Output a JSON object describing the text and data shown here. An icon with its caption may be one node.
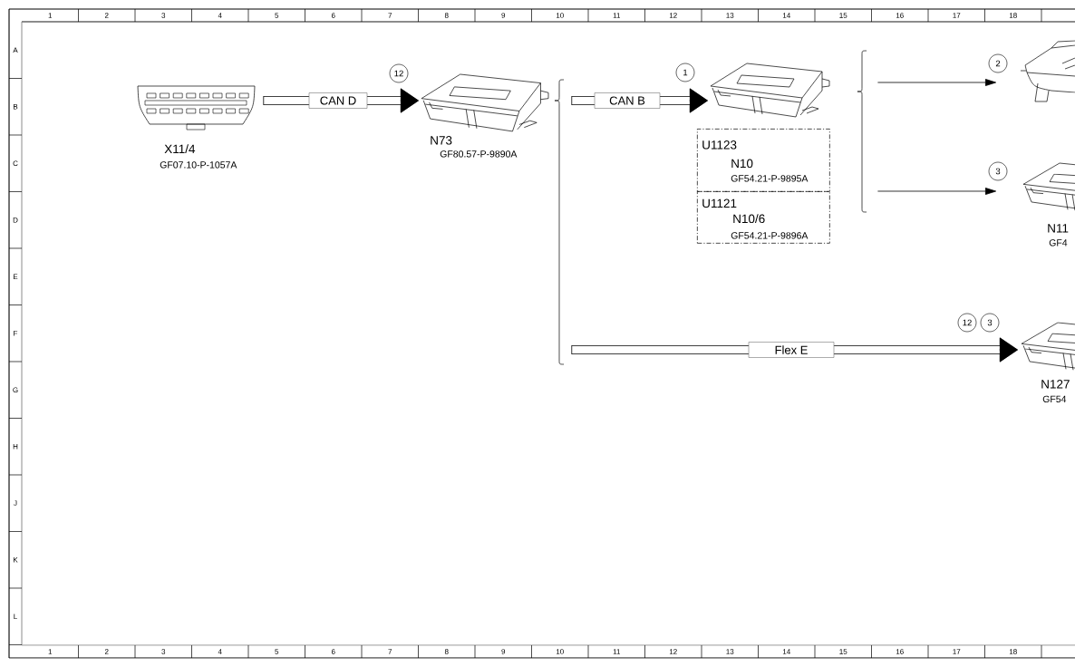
{
  "diagram": {
    "nodes": [
      {
        "text": [],
        "shape": "picture",
        "beside": [
          "X11/4",
          "GF07.10-P-1057A"
        ]
      },
      {
        "text": [],
        "shape": "picture",
        "beside": [
          "N73",
          "GF80.57-P-9890A"
        ]
      },
      {
        "text": [],
        "shape": "brace"
      },
      {
        "text": [],
        "shape": "picture"
      },
      {
        "text": [
          "U1123",
          "N10",
          "GF54.21-P-9895A"
        ]
      },
      {
        "text": [
          "U1121",
          "N10/6",
          "GF54.21-P-9896A"
        ]
      },
      {
        "text": [],
        "shape": "brace"
      },
      {
        "text": [],
        "shape": "picture"
      },
      {
        "text": [],
        "shape": "picture",
        "beside": [
          "N11",
          "GF4"
        ]
      },
      {
        "text": [],
        "shape": "picture",
        "beside": [
          "N127",
          "GF54"
        ]
      }
    ],
    "edges": [
      {
        "from": 0,
        "to": 1,
        "arrow": "to",
        "label": "CAN D"
      },
      {
        "from": 2,
        "to": 3,
        "arrow": "to",
        "label": "CAN B"
      },
      {
        "from": 6,
        "to": 7,
        "arrow": "to"
      },
      {
        "from": 6,
        "to": 8,
        "arrow": "to"
      },
      {
        "from": 2,
        "to": 9,
        "arrow": "to",
        "label": "Flex E"
      }
    ],
    "labels": [
      "1",
      "2",
      "3",
      "4",
      "5",
      "6",
      "7",
      "8",
      "9",
      "10",
      "11",
      "12",
      "13",
      "14",
      "15",
      "16",
      "17",
      "18",
      "A",
      "B",
      "C",
      "D",
      "E",
      "F",
      "G",
      "H",
      "J",
      "K",
      "L",
      "12",
      "1",
      "2",
      "3",
      "12",
      "3",
      "1",
      "2",
      "3",
      "4",
      "5",
      "6",
      "7",
      "8",
      "9",
      "10",
      "11",
      "12",
      "13",
      "14",
      "15",
      "16",
      "17",
      "18"
    ]
  }
}
